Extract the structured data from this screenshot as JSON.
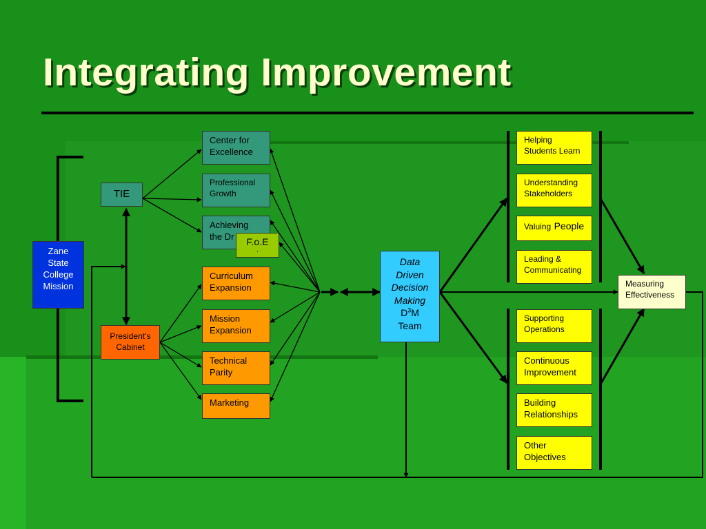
{
  "title": "Integrating Improvement",
  "colors": {
    "background": "#199019",
    "title_text": "#ffffcc",
    "mission_box": "#0033dd",
    "president_box": "#ff6600",
    "teal_box": "#33997a",
    "orange_box": "#ff9900",
    "yellow_box": "#ffff00",
    "d3m_box": "#33ccff",
    "measure_box": "#ffffcc",
    "foe_box": "#99cc00"
  },
  "mission": [
    "Zane",
    "State",
    "College",
    "Mission"
  ],
  "tie": "TIE",
  "president": [
    "President’s",
    "Cabinet"
  ],
  "initiatives_teal": [
    [
      "Center for",
      "Excellence"
    ],
    [
      "Professional",
      "Growth"
    ],
    [
      "Achieving",
      "the Dr"
    ]
  ],
  "foe": [
    "F.o.E",
    "."
  ],
  "initiatives_orange": [
    [
      "Curriculum",
      "Expansion"
    ],
    [
      "Mission",
      "Expansion"
    ],
    [
      "Technical",
      "Parity"
    ],
    [
      "Marketing"
    ]
  ],
  "d3m": {
    "lines": [
      "Data",
      "Driven",
      "Decision",
      "Making"
    ],
    "d": "D",
    "sup": "3",
    "m": "M",
    "team": "Team"
  },
  "criteria": [
    [
      "Helping",
      "Students Learn"
    ],
    [
      "Understanding",
      "Stakeholders"
    ],
    {
      "small": "Valuing",
      "large": "People"
    },
    [
      "Leading &",
      "Communicating"
    ],
    [
      "Supporting",
      "Operations"
    ],
    [
      "Continuous",
      "Improvement"
    ],
    [
      "Building",
      "Relationships"
    ],
    [
      "Other",
      "Objectives"
    ]
  ],
  "measuring": [
    "Measuring",
    "Effectiveness"
  ]
}
